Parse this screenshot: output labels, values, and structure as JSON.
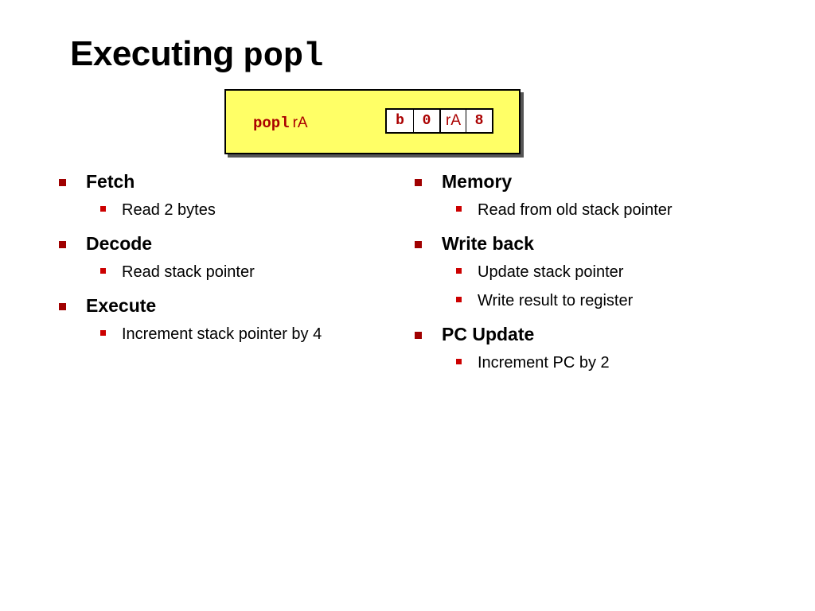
{
  "slide": {
    "title_prefix": "Executing ",
    "title_code": "popl",
    "instruction": {
      "mnemonic": "popl",
      "operand": "rA",
      "encoding": [
        "b",
        "0",
        "rA",
        "8"
      ]
    },
    "left_column": [
      {
        "heading": "Fetch",
        "points": [
          "Read 2 bytes"
        ]
      },
      {
        "heading": "Decode",
        "points": [
          "Read stack pointer"
        ]
      },
      {
        "heading": "Execute",
        "points": [
          "Increment stack pointer by 4"
        ]
      }
    ],
    "right_column": [
      {
        "heading": "Memory",
        "points": [
          "Read from old stack pointer"
        ]
      },
      {
        "heading": "Write back",
        "points": [
          "Update stack pointer",
          "Write result to register"
        ]
      },
      {
        "heading": "PC Update",
        "points": [
          "Increment PC by 2"
        ]
      }
    ],
    "colors": {
      "instruction_box": "#ffff66",
      "code_text": "#aa0000",
      "bullet_primary": "#a00000",
      "bullet_secondary": "#cc0000"
    }
  }
}
